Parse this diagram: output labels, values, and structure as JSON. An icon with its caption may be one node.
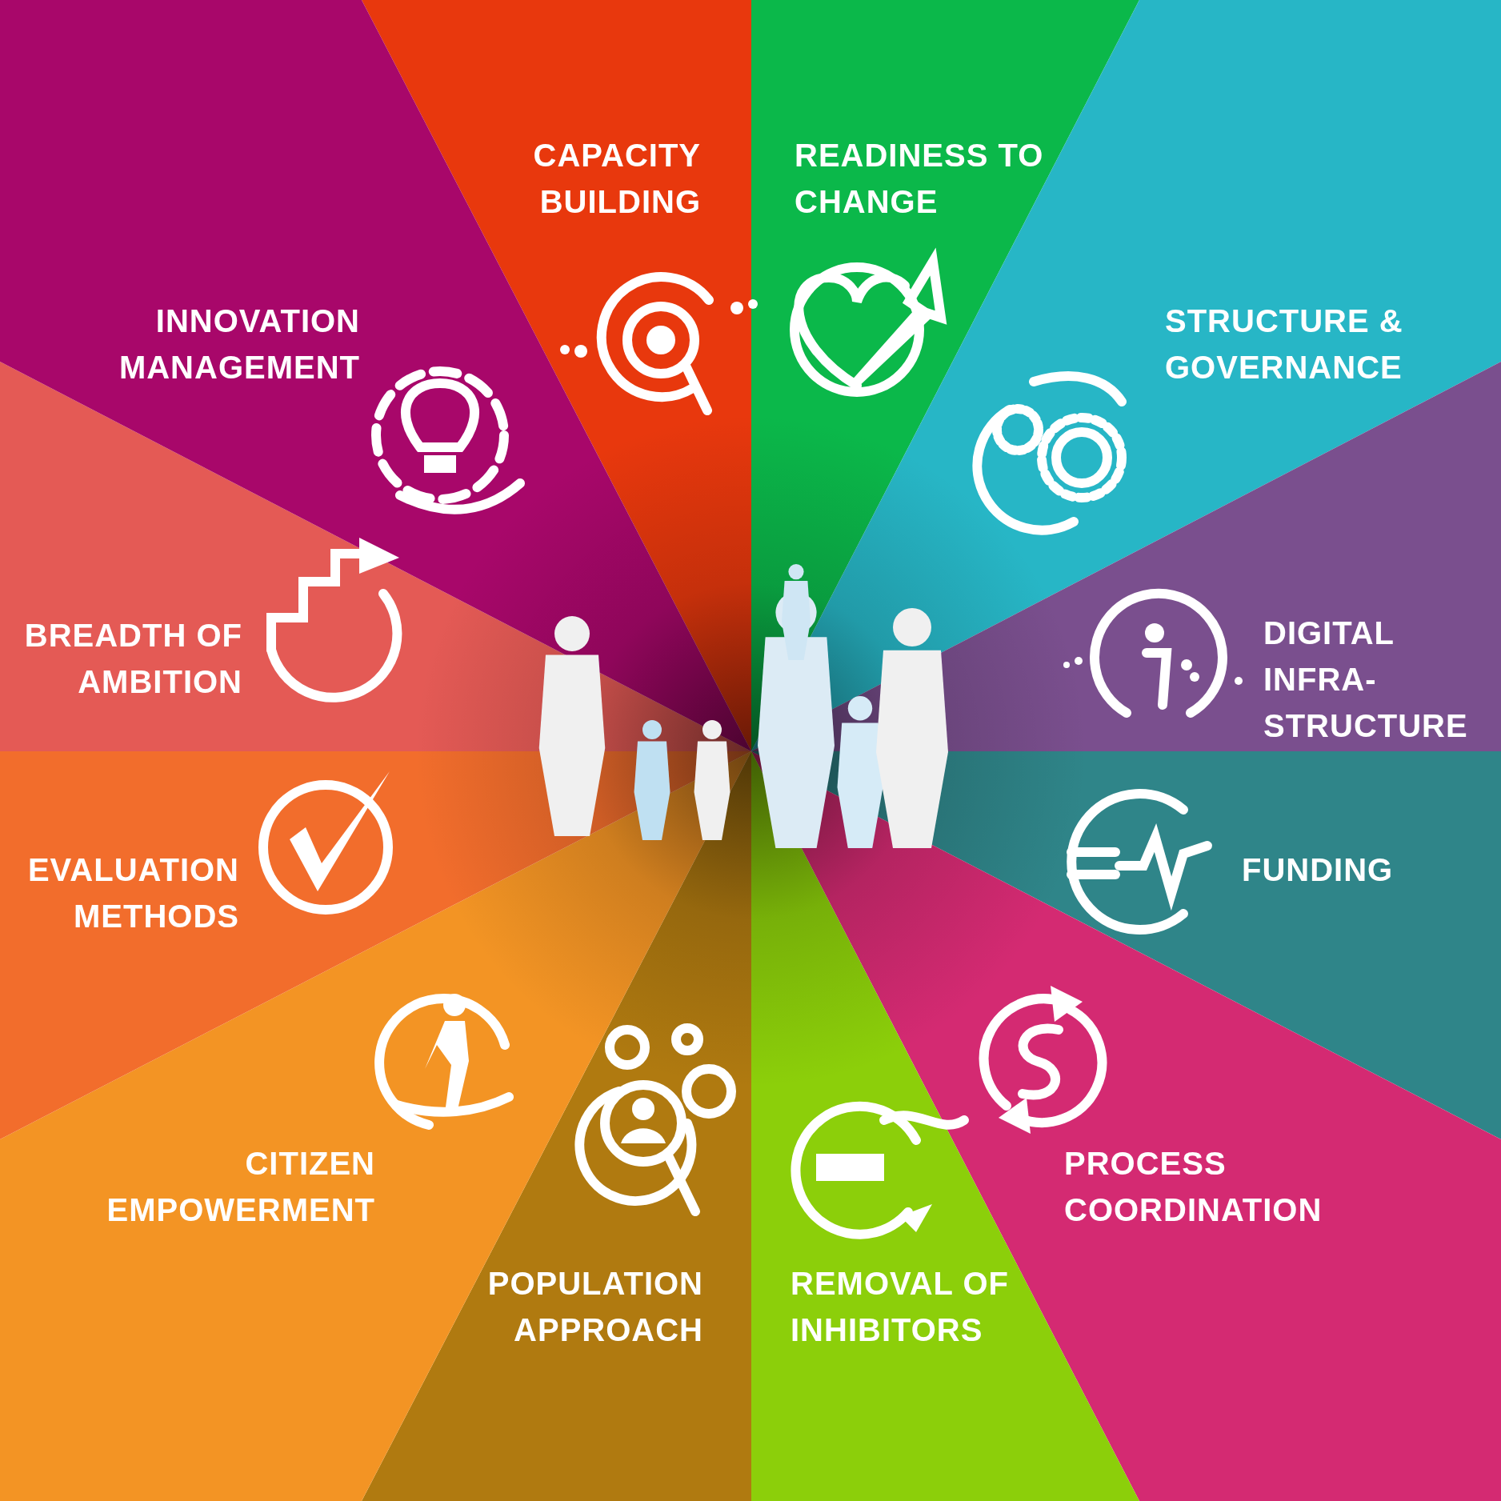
{
  "diagram": {
    "nodes": [
      {
        "text": [
          "CAPACITY BUILDING"
        ]
      },
      {
        "text": [
          "READINESS TO CHANGE"
        ]
      },
      {
        "text": [
          "STRUCTURE & GOVERNANCE"
        ]
      },
      {
        "text": [
          "DIGITAL INFRA- STRUCTURE"
        ]
      },
      {
        "text": [
          "FUNDING"
        ]
      },
      {
        "text": [
          "PROCESS COORDINATION"
        ]
      },
      {
        "text": [
          "REMOVAL OF INHIBITORS"
        ]
      },
      {
        "text": [
          "POPULATION APPROACH"
        ]
      },
      {
        "text": [
          "CITIZEN EMPOWERMENT"
        ]
      },
      {
        "text": [
          "EVALUATION METHODS"
        ]
      },
      {
        "text": [
          "BREADTH OF AMBITION"
        ]
      },
      {
        "text": [
          "INNOVATION MANAGEMENT"
        ]
      }
    ]
  }
}
